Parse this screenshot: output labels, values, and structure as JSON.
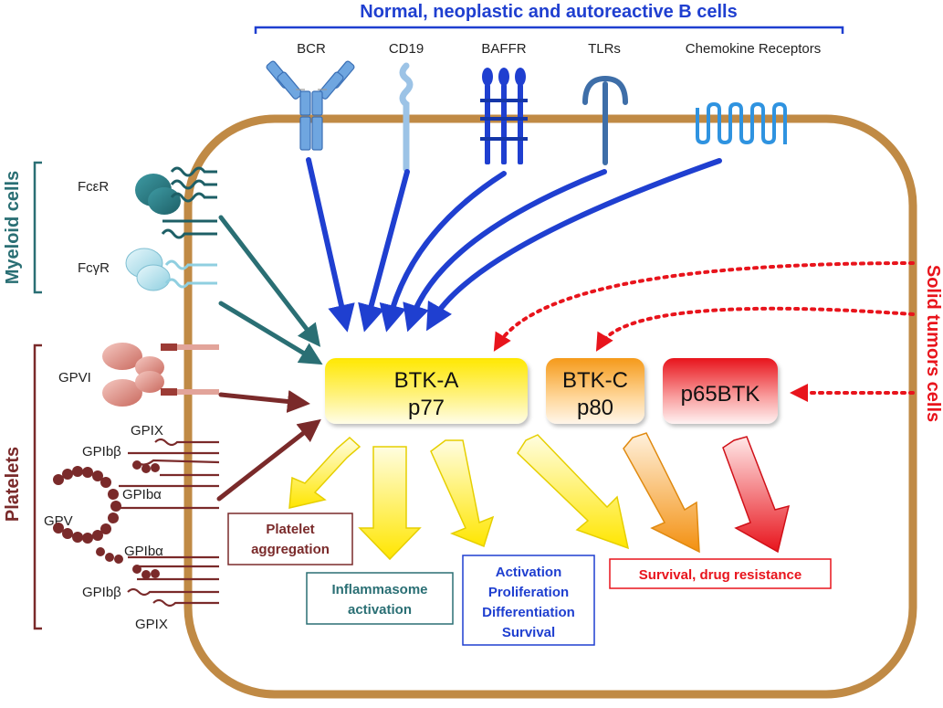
{
  "header": {
    "title": "Normal, neoplastic and autoreactive B cells"
  },
  "b_cell_receptors": [
    "BCR",
    "CD19",
    "BAFFR",
    "TLRs",
    "Chemokine Receptors"
  ],
  "myeloid": {
    "group_label": "Myeloid cells",
    "receptors": [
      "FcεR",
      "FcγR"
    ]
  },
  "platelets": {
    "group_label": "Platelets",
    "receptors": [
      "GPVI",
      "GPIX",
      "GPIbβ",
      "GPIbα",
      "GPV",
      "GPIbα",
      "GPIbβ",
      "GPIX"
    ]
  },
  "solid_tumors": {
    "label": "Solid tumors  cells"
  },
  "isoforms": {
    "btk_a": {
      "line1": "BTK-A",
      "line2": "p77"
    },
    "btk_c": {
      "line1": "BTK-C",
      "line2": "p80"
    },
    "p65": {
      "line1": "p65BTK"
    }
  },
  "outcomes": {
    "platelet": [
      "Platelet",
      "aggregation"
    ],
    "inflammasome": [
      "Inflammasome",
      "activation"
    ],
    "activation": [
      "Activation",
      "Proliferation",
      "Differentiation",
      "Survival"
    ],
    "survival": [
      "Survival, drug resistance"
    ]
  },
  "colors": {
    "b_cell_blue": "#1f3fd0",
    "myeloid_teal": "#2a6f74",
    "platelet_maroon": "#7a2a2a",
    "tumor_red": "#e8141c",
    "cell_membrane": "#c08a45"
  }
}
